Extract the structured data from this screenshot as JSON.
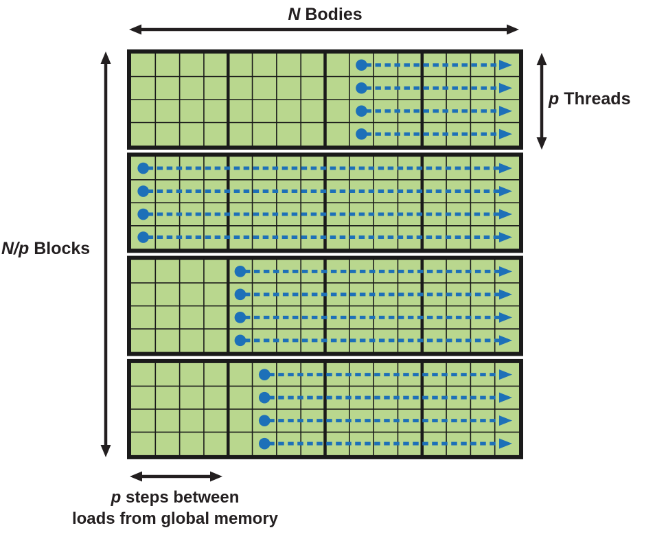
{
  "figure": {
    "title_top": {
      "var": "N",
      "text": " Bodies"
    },
    "label_left": {
      "var": "N/p",
      "text": " Blocks"
    },
    "label_right": {
      "var": "p",
      "text": " Threads"
    },
    "label_bottom": {
      "var": "p",
      "text": " steps between",
      "line2": "loads from global memory"
    }
  },
  "colors": {
    "cell_fill": "#b9d78e",
    "grid_line": "#1a1a1a",
    "block_border": "#1a1a1a",
    "arrow_blue": "#1d70b8",
    "label_black": "#231f20"
  },
  "grid": {
    "num_blocks": 4,
    "rows_per_block": 4,
    "columns": 16,
    "columns_per_group": 4,
    "arrow_start_columns": [
      10,
      1,
      5,
      6
    ]
  }
}
